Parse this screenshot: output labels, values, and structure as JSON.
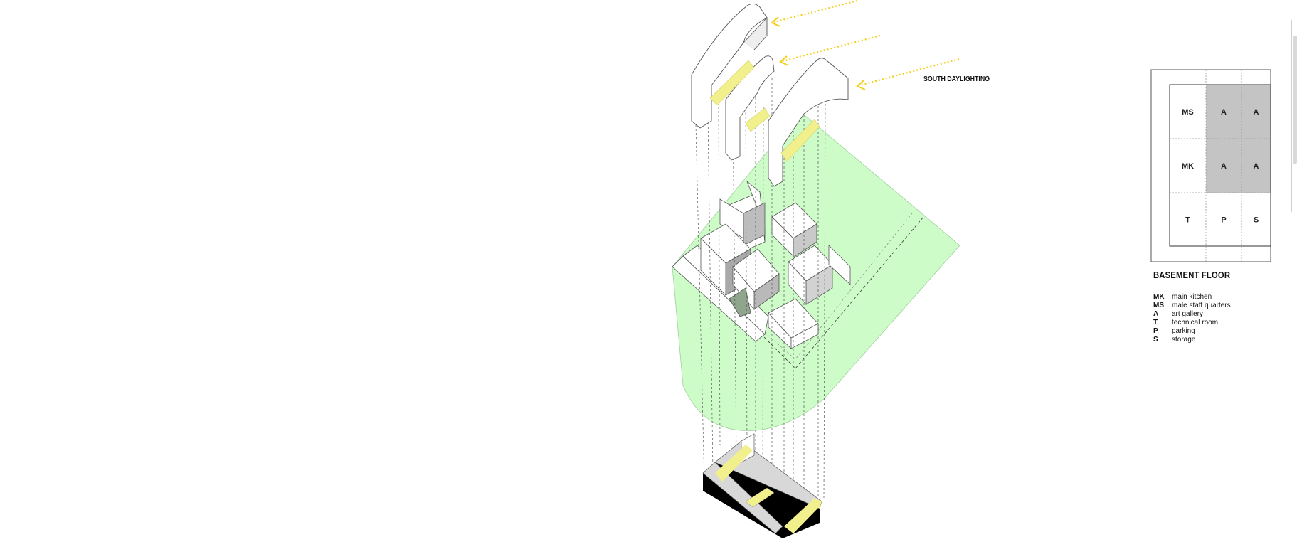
{
  "annotation": {
    "daylight_label": "SOUTH DAYLIGHTING"
  },
  "plan": {
    "title": "BASEMENT FLOOR",
    "cells": [
      {
        "code": "MS",
        "shaded": false
      },
      {
        "code": "A",
        "shaded": true
      },
      {
        "code": "A",
        "shaded": true
      },
      {
        "code": "MK",
        "shaded": false
      },
      {
        "code": "A",
        "shaded": true
      },
      {
        "code": "A",
        "shaded": true
      },
      {
        "code": "T",
        "shaded": false
      },
      {
        "code": "P",
        "shaded": false
      },
      {
        "code": "S",
        "shaded": false
      }
    ],
    "legend": [
      {
        "code": "MK",
        "desc": "main kitchen"
      },
      {
        "code": "MS",
        "desc": "male staff quarters"
      },
      {
        "code": "A",
        "desc": "art gallery"
      },
      {
        "code": "T",
        "desc": "technical room"
      },
      {
        "code": "P",
        "desc": "parking"
      },
      {
        "code": "S",
        "desc": "storage"
      }
    ]
  },
  "colors": {
    "site_green": "#cdfcc9",
    "skylight_yellow": "#f2f08c",
    "arrow_yellow": "#f3cf1b",
    "gallery_gray": "#c4c4c4",
    "base_gray": "#d8d8d8"
  }
}
